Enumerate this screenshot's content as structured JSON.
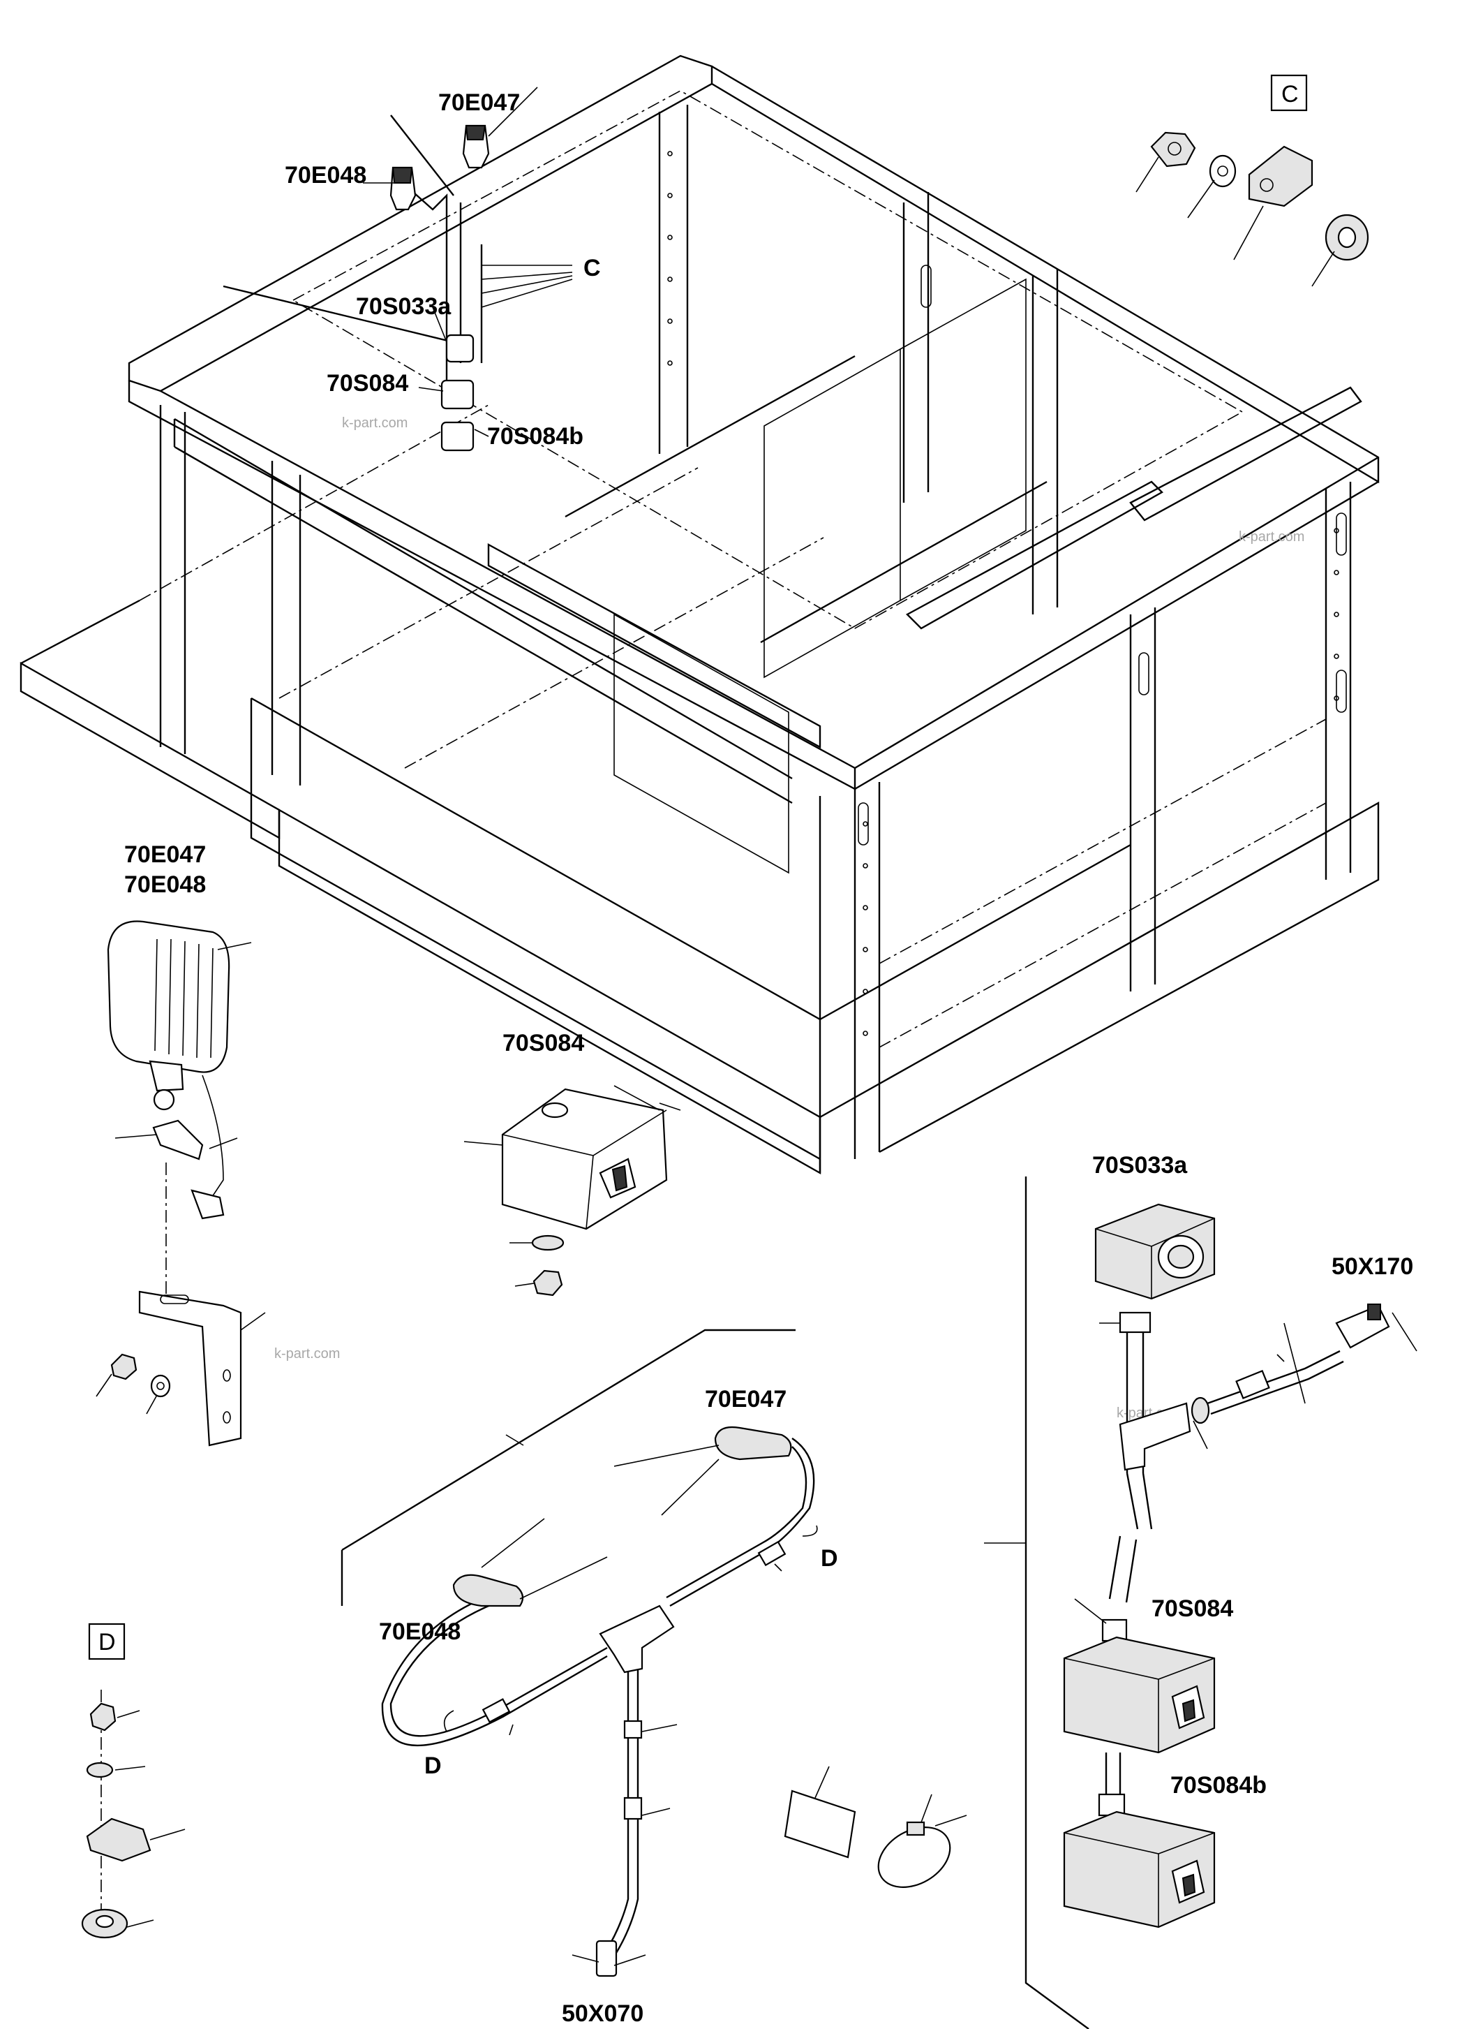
{
  "diagram": {
    "frame_labels": {
      "lamp_rear": "70E047",
      "lamp_front": "70E048",
      "clip_ref": "C",
      "switch_a": "70S033a",
      "switch_main": "70S084",
      "switch_b": "70S084b"
    },
    "details": {
      "lamp": {
        "label_line1": "70E047",
        "label_line2": "70E048"
      },
      "switch_box": {
        "label": "70S084"
      },
      "clip_c": {
        "box_label": "C"
      },
      "clip_d": {
        "box_label": "D"
      },
      "harness": {
        "lamp_rear": "70E047",
        "lamp_front": "70E048",
        "clip_right": "D",
        "clip_left": "D",
        "connector": "50X070"
      },
      "switch_chain": {
        "top_switch": "70S033a",
        "connector": "50X170",
        "mid_switch": "70S084",
        "bottom_switch": "70S084b"
      }
    },
    "watermark": "k-part.com"
  }
}
